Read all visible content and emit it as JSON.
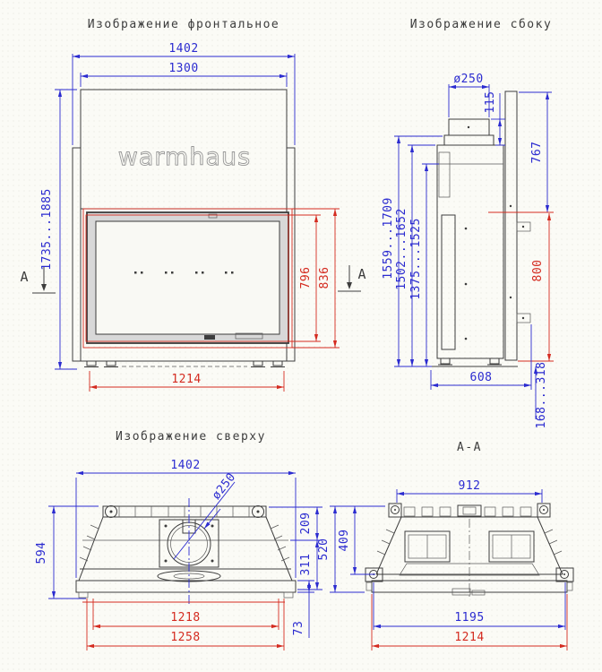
{
  "sheet": {
    "logo": "warmhaus",
    "section_letter": "А",
    "colors": {
      "dimension_blue": "#2b2bd0",
      "dimension_red": "#d42b20",
      "drawing_line": "#3d3d3d"
    },
    "views": {
      "frontal": {
        "title": "Изображение фронтальное",
        "dim_total_width": "1402",
        "dim_hood_width": "1300",
        "dim_height_range": "1735...1885",
        "dim_glass_height": "796",
        "dim_door_height": "836",
        "dim_base_width": "1214"
      },
      "side": {
        "title": "Изображение сбоку",
        "dim_flue_diameter": "ø250",
        "dim_flue_height": "115",
        "dim_rear_panel_height": "767",
        "dim_opening_height": "800",
        "dim_height_range_outer": "1559...1709",
        "dim_height_range_middle": "1502...1652",
        "dim_height_range_inner": "1375...1525",
        "dim_depth": "608",
        "dim_leg_range": "168...318"
      },
      "top": {
        "title": "Изображение сверху",
        "dim_total_width": "1402",
        "dim_flue_diameter": "ø250",
        "dim_total_depth": "594",
        "dim_flue_center_offset": "209",
        "dim_front_depth": "311",
        "dim_front_bar": "73",
        "dim_glass_width": "1218",
        "dim_frame_width": "1258"
      },
      "section": {
        "title": "А-А",
        "dim_top_width": "912",
        "dim_total_height": "520",
        "dim_upper_height": "409",
        "dim_glass_width": "1195",
        "dim_base_width": "1214"
      }
    }
  }
}
